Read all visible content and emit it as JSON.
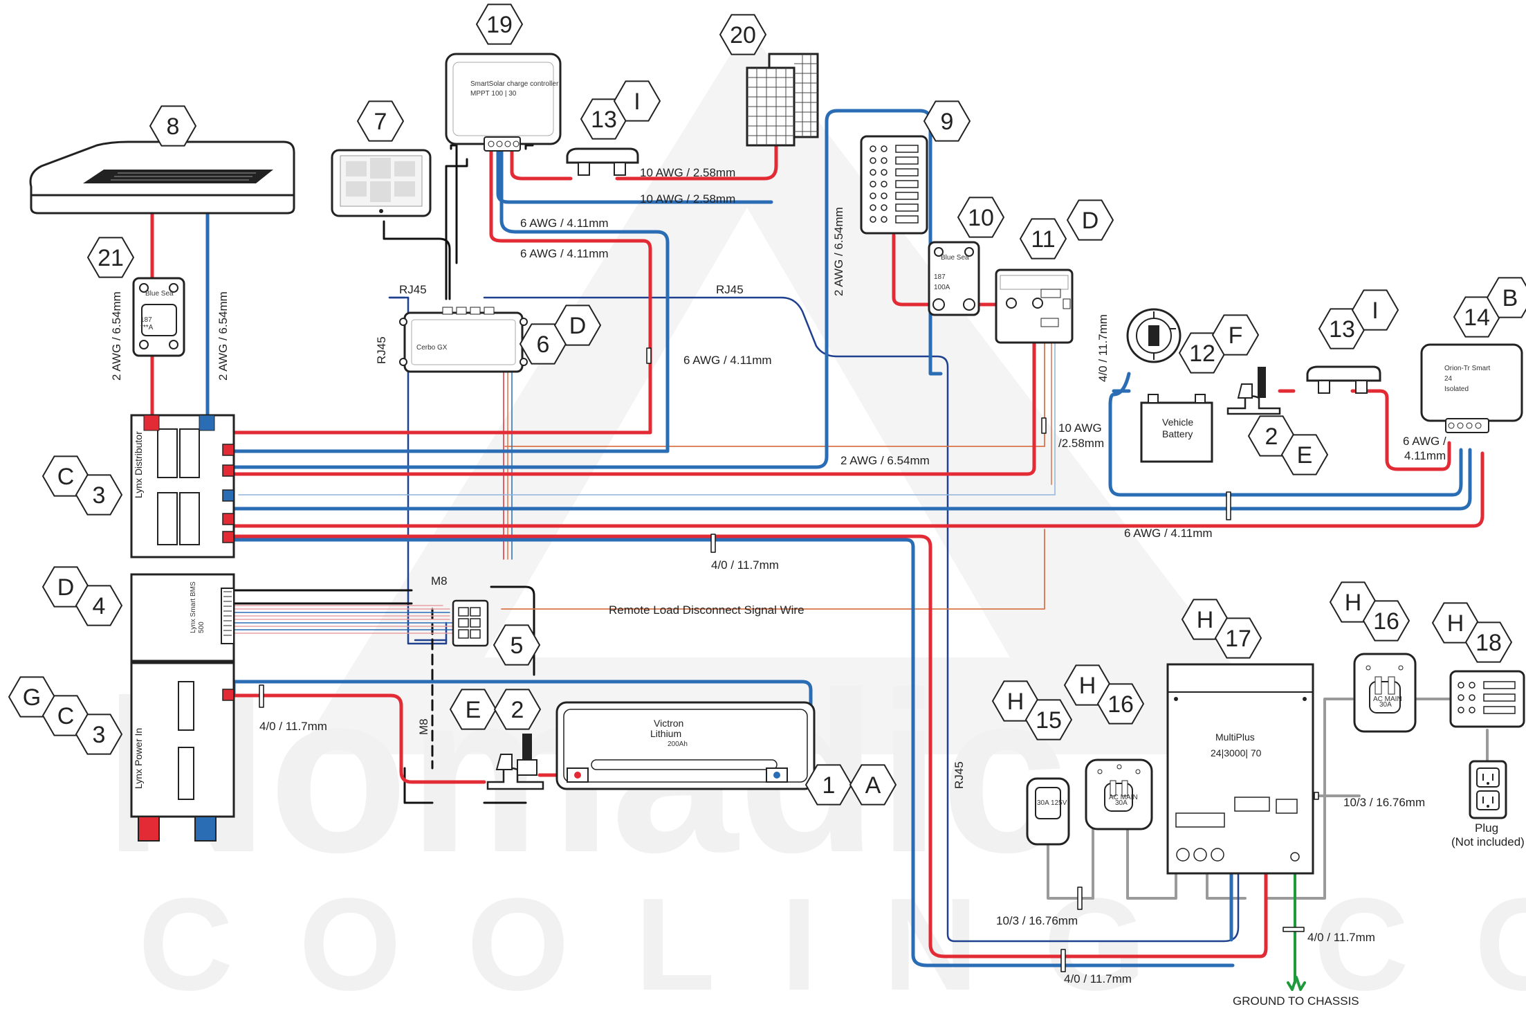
{
  "watermark": {
    "line1": "Nomadic",
    "line2": "COOLING CO"
  },
  "colors": {
    "positive": "#e22b35",
    "negative": "#2a6db5",
    "signal": "#1f3f8f",
    "ac": "#9a9a9a",
    "ground": "#1e9a3c",
    "signal_orange": "#d9744a",
    "hex_stroke": "#222222",
    "watermark": "#f1f1f1"
  },
  "badges": {
    "b19": "19",
    "b20": "20",
    "b8": "8",
    "b7": "7",
    "b13a": "13",
    "bIa": "I",
    "b9": "9",
    "b10": "10",
    "b11": "11",
    "bD11": "D",
    "b21": "21",
    "b6": "6",
    "bD6": "D",
    "b12": "12",
    "bF": "F",
    "b13b": "13",
    "bIb": "I",
    "b14": "14",
    "bB": "B",
    "b2a": "2",
    "bEa": "E",
    "bC3a": "C",
    "b3a": "3",
    "bD4": "D",
    "b4": "4",
    "b5": "5",
    "bG": "G",
    "bC3b": "C",
    "b3b": "3",
    "bE2": "E",
    "b2b": "2",
    "b1": "1",
    "bA": "A",
    "bH15": "H",
    "b15": "15",
    "bH16a": "H",
    "b16a": "16",
    "bH17": "H",
    "b17": "17",
    "bH16b": "H",
    "b16b": "16",
    "bH18": "H",
    "b18": "18"
  },
  "wire_labels": {
    "solar_10awg_top": "10 AWG / 2.58mm",
    "solar_10awg_bottom": "10 AWG / 2.58mm",
    "mppt_6awg_a": "6 AWG / 4.11mm",
    "mppt_6awg_b": "6 AWG / 4.11mm",
    "mppt_6awg_c": "6 AWG / 4.11mm",
    "rj45_top_left": "RJ45",
    "rj45_top_mid": "RJ45",
    "rj45_left_vertical": "RJ45",
    "rj45_right_vertical": "RJ45",
    "fuse_2awg_vertical": "2 AWG / 6.54mm",
    "dist_2awg": "2 AWG / 6.54mm",
    "dc_left_2awg_a": "2 AWG / 6.54mm",
    "dc_left_2awg_b": "2 AWG / 6.54mm",
    "alt_4_0": "4/0 / 11.7mm",
    "smartshunt_10awg_a": "10 AWG",
    "smartshunt_10awg_b": "/2.58mm",
    "orion_6awg_a": "6 AWG /",
    "orion_6awg_b": "4.11mm",
    "orion_6awg_bottom": "6 AWG / 4.11mm",
    "bms_4_0": "4/0 / 11.7mm",
    "m8_top": "M8",
    "m8_vertical": "M8",
    "remote_load": "Remote Load Disconnect Signal Wire",
    "power_in_4_0": "4/0 / 11.7mm",
    "ac_10_3_left": "10/3 / 16.76mm",
    "ac_10_3_right": "10/3 / 16.76mm",
    "multi_4_0_bottom": "4/0 / 11.7mm",
    "ground_4_0": "4/0 / 11.7mm",
    "ground_to_chassis": "GROUND TO CHASSIS",
    "plug_a": "Plug",
    "plug_b": "(Not included)"
  },
  "devices": {
    "mppt_line1": "SmartSolar charge controller",
    "mppt_line2": "MPPT 100 | 30",
    "cerbo": "Cerbo GX",
    "distributor": "Lynx Distributor",
    "bms_name": "Lynx Smart BMS",
    "bms_num": "500",
    "power_in": "Lynx Power In",
    "lithium_a": "Victron",
    "lithium_b": "Lithium",
    "lithium_c": "200Ah",
    "vehicle_battery_a": "Vehicle",
    "vehicle_battery_b": "Battery",
    "orion_a": "Orion-Tr Smart",
    "orion_b": "24",
    "orion_c": "Isolated",
    "multiplus_a": "MultiPlus",
    "multiplus_b": "24|3000| 70",
    "breaker_top": "Blue Sea",
    "breaker_num": "187",
    "breaker_rating": "100A",
    "fuse21_top": "Blue Sea",
    "fuse21_num": "187",
    "fuse21_rating": "***A",
    "ac_main_a": "AC MAIN",
    "ac_main_b": "30A",
    "ac_main2_a": "AC MAIN",
    "ac_main2_b": "30A",
    "shore_inlet": "30A 125V"
  }
}
